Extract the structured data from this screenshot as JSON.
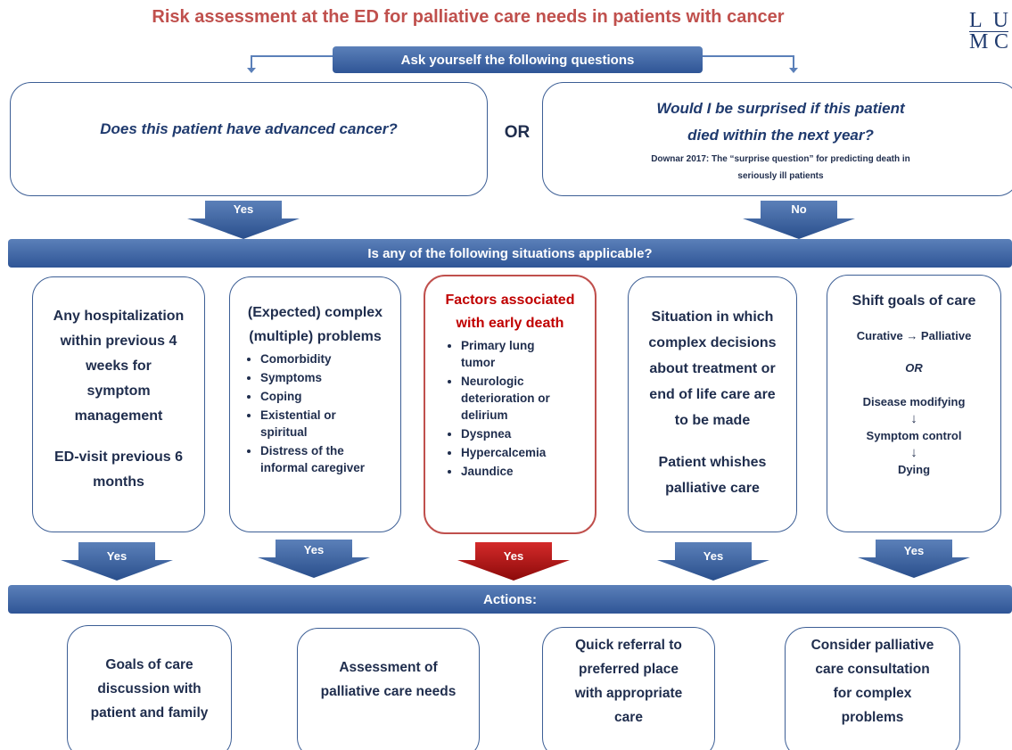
{
  "title": "Risk assessment at the ED for palliative care needs in patients with cancer",
  "logo": {
    "letters": [
      "L",
      "U",
      "M",
      "C"
    ]
  },
  "ask_banner": "Ask yourself the following questions",
  "left_question": "Does this patient have advanced cancer?",
  "or_label": "OR",
  "right_question": {
    "line1": "Would I be surprised if this patient",
    "line2": "died within the next year?",
    "ref1": "Downar 2017: The “surprise question” for predicting death in",
    "ref2": "seriously ill patients"
  },
  "arrow_yes_left": "Yes",
  "arrow_no_right": "No",
  "situations_banner": "Is any of the following situations applicable?",
  "situations": {
    "hospitalization": {
      "lines": [
        "Any hospitalization",
        "within previous 4",
        "weeks for",
        "symptom",
        "management"
      ],
      "ed_lines": [
        "ED-visit previous 6",
        "months"
      ]
    },
    "complex": {
      "heading1": "(Expected) complex",
      "heading2": "(multiple) problems",
      "items": [
        "Comorbidity",
        "Symptoms",
        "Coping",
        "Existential or spiritual",
        "Distress of the informal caregiver"
      ]
    },
    "factors": {
      "heading1": "Factors associated",
      "heading2": "with early death",
      "items": [
        "Primary lung tumor",
        "Neurologic deterioration or delirium",
        "Dyspnea",
        "Hypercalcemia",
        "Jaundice"
      ]
    },
    "decisions": {
      "lines": [
        "Situation in which",
        "complex decisions",
        "about treatment or",
        "end of life care are",
        "to be made"
      ],
      "wish_lines": [
        "Patient whishes",
        "palliative care"
      ]
    },
    "shift": {
      "heading": "Shift goals of care",
      "curative": "Curative → Palliative",
      "or": "OR",
      "step1": "Disease modifying",
      "down1": "↓",
      "step2": "Symptom control",
      "down2": "↓",
      "step3": "Dying"
    }
  },
  "yes_arrows": [
    "Yes",
    "Yes",
    "Yes",
    "Yes",
    "Yes"
  ],
  "actions_banner": "Actions:",
  "actions": [
    [
      "Goals of care",
      "discussion with",
      "patient and family"
    ],
    [
      "Assessment of",
      "palliative care needs"
    ],
    [
      "Quick referral to",
      "preferred place",
      "with appropriate",
      "care"
    ],
    [
      "Consider palliative",
      "care consultation",
      "for complex",
      "problems"
    ]
  ],
  "colors": {
    "title_red": "#c0504d",
    "banner_blue": "#3c5e95",
    "box_border": "#3c5e95",
    "highlight_red": "#c00000"
  }
}
